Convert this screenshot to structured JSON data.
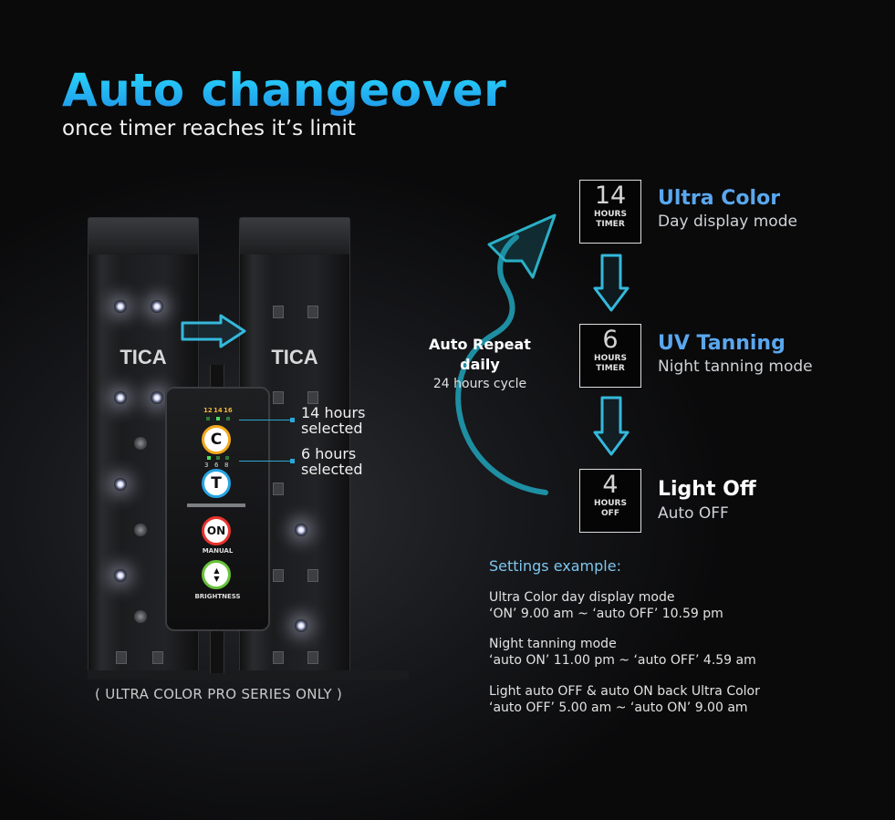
{
  "header": {
    "title": "Auto changeover",
    "subtitle": "once timer reaches it’s limit"
  },
  "product": {
    "brand": "TICA",
    "series_note": "( ULTRA COLOR PRO SERIES ONLY )"
  },
  "controller": {
    "top_scale": [
      "12",
      "14",
      "16"
    ],
    "bottom_scale": [
      "3",
      "6",
      "8"
    ],
    "buttons": [
      {
        "symbol": "C",
        "ring_color": "#f2a81c",
        "label": ""
      },
      {
        "symbol": "T",
        "ring_color": "#25a4e6",
        "label": ""
      },
      {
        "symbol": "ON",
        "ring_color": "#e8332e",
        "label": "MANUAL"
      },
      {
        "symbol": "▲▼",
        "ring_color": "#67c23a",
        "label": "BRIGHTNESS"
      }
    ]
  },
  "callouts": [
    {
      "line1": "14 hours",
      "line2": "selected"
    },
    {
      "line1": "6 hours",
      "line2": "selected"
    }
  ],
  "cycle": {
    "repeat_title_1": "Auto Repeat",
    "repeat_title_2": "daily",
    "repeat_sub": "24 hours cycle",
    "accent_color": "#1e8fa3",
    "steps": [
      {
        "value": "14",
        "unit1": "HOURS",
        "unit2": "TIMER",
        "title": "Ultra Color",
        "desc": "Day display mode",
        "title_color": "#5aa7ee"
      },
      {
        "value": "6",
        "unit1": "HOURS",
        "unit2": "TIMER",
        "title": "UV Tanning",
        "desc": "Night tanning mode",
        "title_color": "#5aa7ee"
      },
      {
        "value": "4",
        "unit1": "HOURS",
        "unit2": "OFF",
        "title": "Light Off",
        "desc": "Auto OFF",
        "title_color": "#ffffff"
      }
    ]
  },
  "settings": {
    "title": "Settings example:",
    "items": [
      {
        "line1": "Ultra Color day display mode",
        "line2": "‘ON’ 9.00 am ~ ‘auto OFF’ 10.59 pm"
      },
      {
        "line1": "Night tanning mode",
        "line2": "‘auto ON’ 11.00 pm ~ ‘auto OFF’ 4.59 am"
      },
      {
        "line1": "Light auto OFF & auto ON back Ultra Color",
        "line2": "‘auto OFF’ 5.00 am ~ ‘auto ON’ 9.00 am"
      }
    ]
  }
}
